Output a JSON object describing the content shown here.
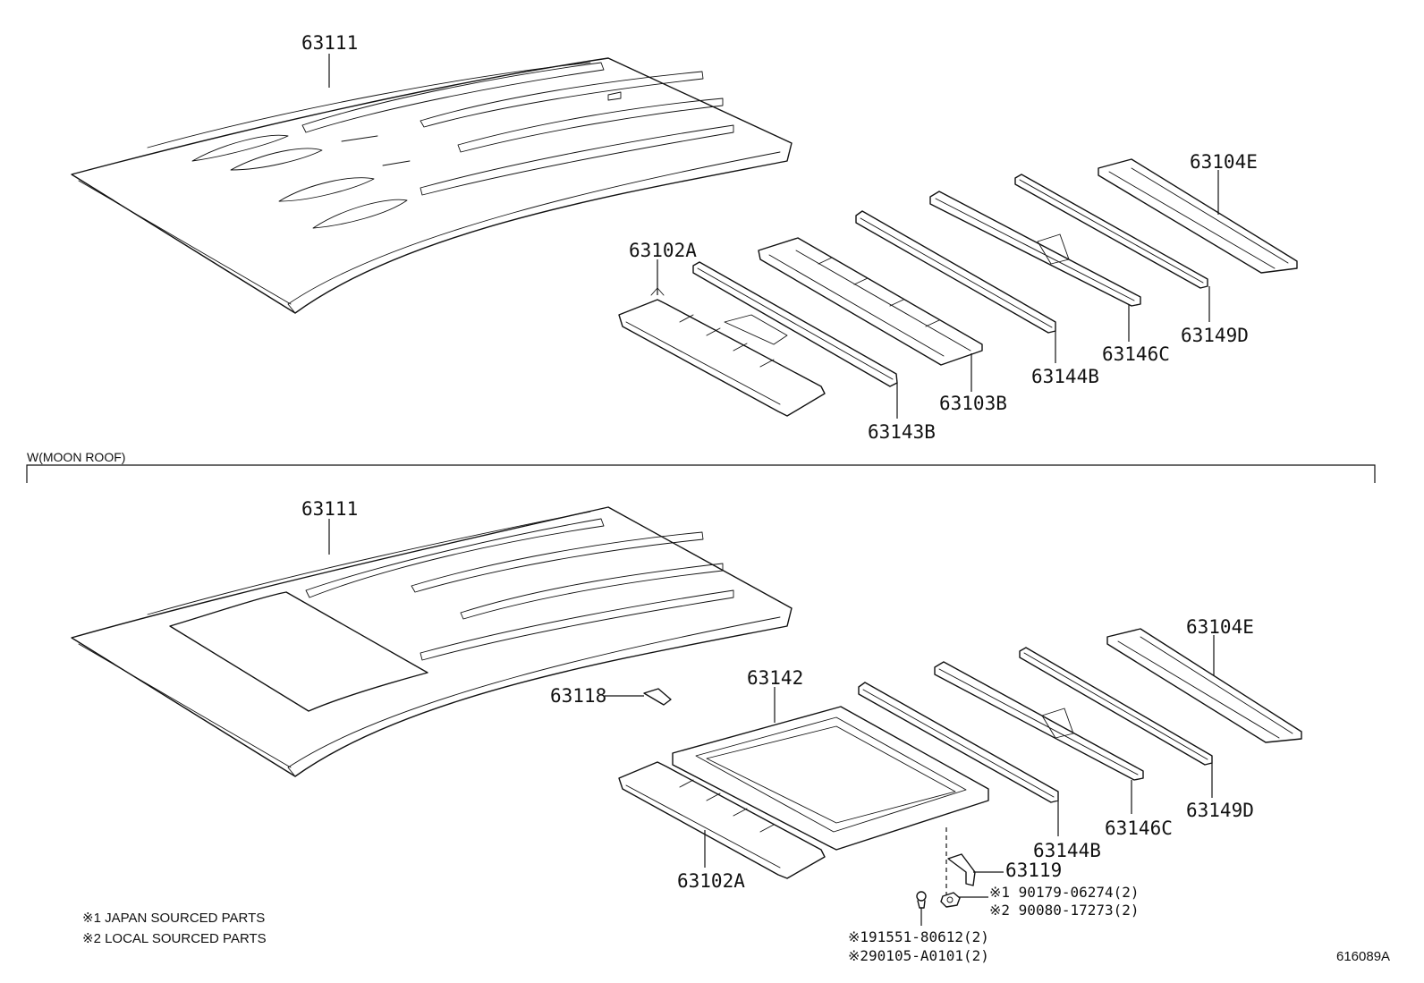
{
  "section_label": "W(MOON ROOF)",
  "figure_id": "616089A",
  "callouts": {
    "top": {
      "roof_panel": "63111",
      "front_header": "63102A",
      "bow_1": "63143B",
      "reinforcement": "63103B",
      "bow_2": "63144B",
      "bow_3": "63146C",
      "bow_4": "63149D",
      "rear_header": "63104E"
    },
    "bottom": {
      "roof_panel": "63111",
      "bracket": "63118",
      "sunroof_frame": "63142",
      "front_header": "63102A",
      "bow_2": "63144B",
      "bow_3": "63146C",
      "bow_4": "63149D",
      "rear_header": "63104E",
      "clamp": "63119",
      "note_1": "※1 90179-06274(2)",
      "note_2": "※2 90080-17273(2)",
      "note_3": "※191551-80612(2)",
      "note_4": "※290105-A0101(2)"
    }
  },
  "footnotes": [
    "※1 JAPAN SOURCED PARTS",
    "※2 LOCAL SOURCED PARTS"
  ]
}
